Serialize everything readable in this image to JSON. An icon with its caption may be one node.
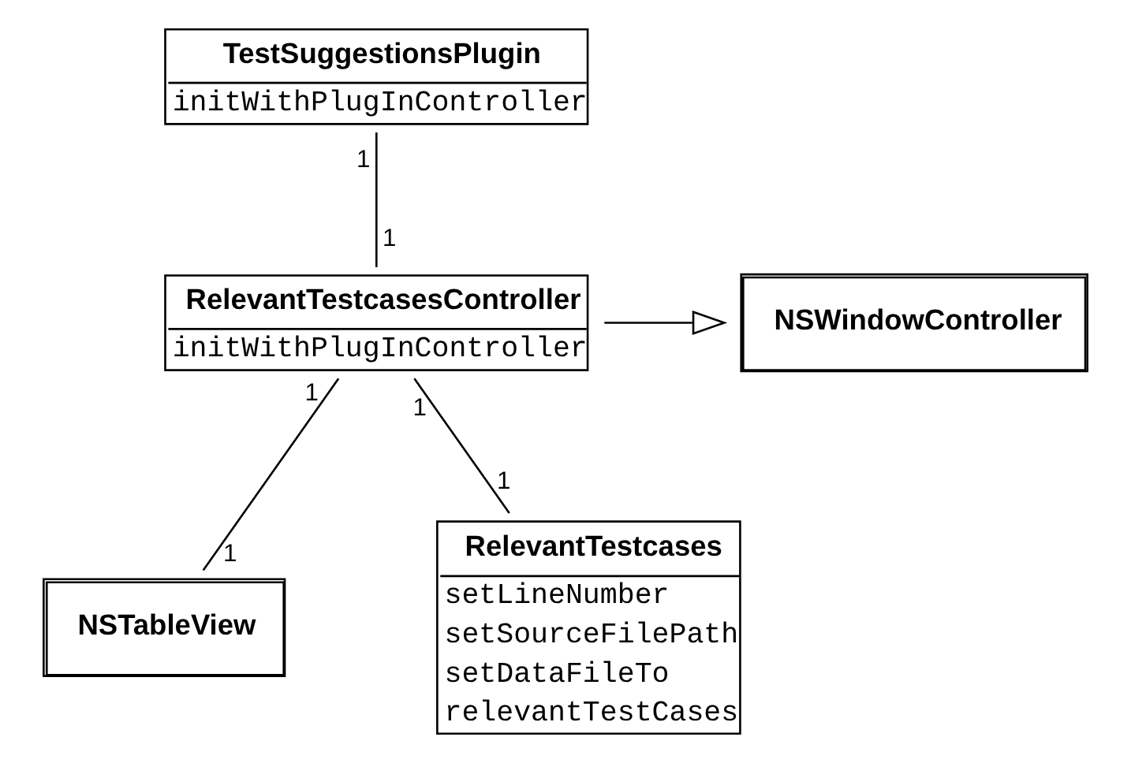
{
  "diagram": {
    "nodes": [
      {
        "text": [
          "TestSuggestionsPlugin",
          "initWithPlugInController"
        ]
      },
      {
        "text": [
          "RelevantTestcasesController",
          "initWithPlugInController"
        ]
      },
      {
        "text": [
          "NSWindowController"
        ]
      },
      {
        "text": [
          "NSTableView"
        ]
      },
      {
        "text": [
          "RelevantTestcases",
          "setLineNumber",
          "setSourceFilePath",
          "setDataFileTo",
          "relevantTestCases"
        ]
      }
    ],
    "edges": [
      {
        "from": 0,
        "to": 1,
        "arrow": "none"
      },
      {
        "from": 1,
        "to": 2,
        "arrow": "to"
      },
      {
        "from": 1,
        "to": 3,
        "arrow": "none"
      },
      {
        "from": 1,
        "to": 4,
        "arrow": "none"
      }
    ],
    "labels": [
      "1",
      "1",
      "1",
      "1",
      "1",
      "1"
    ]
  }
}
